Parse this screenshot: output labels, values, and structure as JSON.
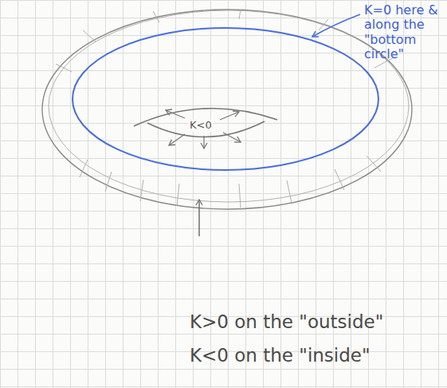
{
  "diagram": {
    "labels": [
      "K=0 here & along the \"bottom circle\"",
      "K<0",
      "K>0 on the \"outside\"",
      "K<0 on the \"inside\""
    ]
  }
}
